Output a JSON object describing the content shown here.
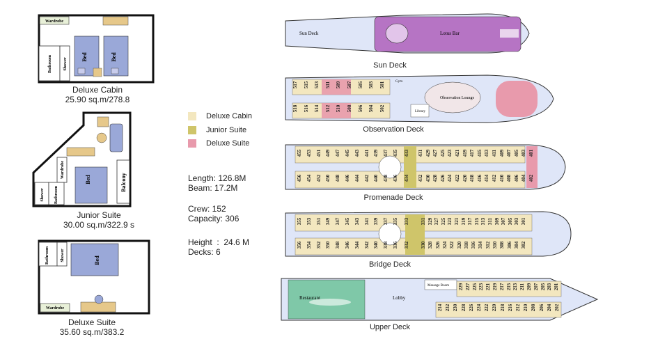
{
  "cabins": {
    "deluxe_cabin": {
      "name": "Deluxe Cabin",
      "area": "25.90 sq.m/278.8",
      "wardrobe": "Wardrobe",
      "bed": "Bed",
      "bathroom": "Bathroom",
      "shower": "Shower"
    },
    "junior_suite": {
      "name": "Junior Suite",
      "area": "30.00 sq.m/322.9 s",
      "wardrobe": "Wardrobe",
      "bed": "Bed",
      "bathroom": "Bathroom",
      "shower": "Shower",
      "balcony": "Balcony"
    },
    "deluxe_suite": {
      "name": "Deluxe Suite",
      "area": "35.60 sq.m/383.2",
      "wardrobe": "Wardrobe",
      "bed": "Bed",
      "bathroom": "Bathroom",
      "shower": "Shower"
    }
  },
  "legend": [
    {
      "label": "Deluxe Cabin",
      "color": "#f3e7bf"
    },
    {
      "label": "Junior Suite",
      "color": "#cfc56a"
    },
    {
      "label": "Deluxe Suite",
      "color": "#e89aac"
    }
  ],
  "specs": {
    "length": "Length: 126.8M",
    "beam": "Beam: 17.2M",
    "crew": "Crew: 152",
    "capacity": "Capacity: 306",
    "height": "Height  :  24.6 M",
    "decks": "Decks: 6"
  },
  "decks": {
    "sun": {
      "label": "Sun Deck",
      "inner_label": "Sun Deck",
      "bar_label": "Lotus Bar"
    },
    "observation": {
      "label": "Observation Deck",
      "lounge_label": "Observation Lounge",
      "library": "Library",
      "gym": "Gym"
    },
    "promenade": {
      "label": "Promenade Deck"
    },
    "bridge": {
      "label": "Bridge Deck"
    },
    "upper": {
      "label": "Upper Deck",
      "restaurant": "Restaurant",
      "lobby": "Lobby",
      "massage": "Massage Room"
    }
  },
  "room_numbers": {
    "observation_top": [
      "517",
      "515",
      "513",
      "511",
      "509",
      "507",
      "505",
      "503",
      "501"
    ],
    "observation_bottom": [
      "518",
      "516",
      "514",
      "512",
      "510",
      "508",
      "506",
      "504",
      "502"
    ],
    "promenade_top_a": [
      "455",
      "453",
      "451",
      "449",
      "447",
      "445",
      "443",
      "441",
      "439",
      "437",
      "435"
    ],
    "promenade_top_suite": "433",
    "promenade_top_b": [
      "431",
      "429",
      "427",
      "425",
      "423",
      "421",
      "419",
      "417",
      "415",
      "413",
      "411",
      "409",
      "407",
      "405",
      "403"
    ],
    "promenade_top_end": "401",
    "promenade_bottom_a": [
      "456",
      "454",
      "452",
      "450",
      "448",
      "446",
      "444",
      "442",
      "440",
      "438",
      "436"
    ],
    "promenade_bottom_suite": "434",
    "promenade_bottom_b": [
      "432",
      "430",
      "428",
      "426",
      "424",
      "422",
      "420",
      "418",
      "416",
      "414",
      "412",
      "410",
      "408",
      "406",
      "404"
    ],
    "promenade_bottom_end": "402",
    "bridge_top_a": [
      "355",
      "353",
      "351",
      "349",
      "347",
      "345",
      "343",
      "341",
      "339",
      "337",
      "335"
    ],
    "bridge_top_suite": "333",
    "bridge_top_b": [
      "331",
      "329",
      "327",
      "325",
      "323",
      "321",
      "319",
      "317",
      "315",
      "313",
      "311",
      "309",
      "307",
      "305",
      "303",
      "301"
    ],
    "bridge_bottom_a": [
      "356",
      "354",
      "352",
      "350",
      "348",
      "346",
      "344",
      "342",
      "340",
      "338",
      "336"
    ],
    "bridge_bottom_suite": "332",
    "bridge_bottom_b": [
      "330",
      "328",
      "326",
      "324",
      "322",
      "320",
      "318",
      "316",
      "314",
      "312",
      "310",
      "308",
      "306",
      "304",
      "302"
    ],
    "upper_top": [
      "229",
      "227",
      "225",
      "223",
      "221",
      "219",
      "217",
      "215",
      "213",
      "211",
      "209",
      "207",
      "205",
      "203",
      "201"
    ],
    "upper_bottom": [
      "214",
      "232",
      "230",
      "228",
      "226",
      "224",
      "222",
      "220",
      "218",
      "216",
      "212",
      "210",
      "208",
      "206",
      "204",
      "202"
    ]
  }
}
